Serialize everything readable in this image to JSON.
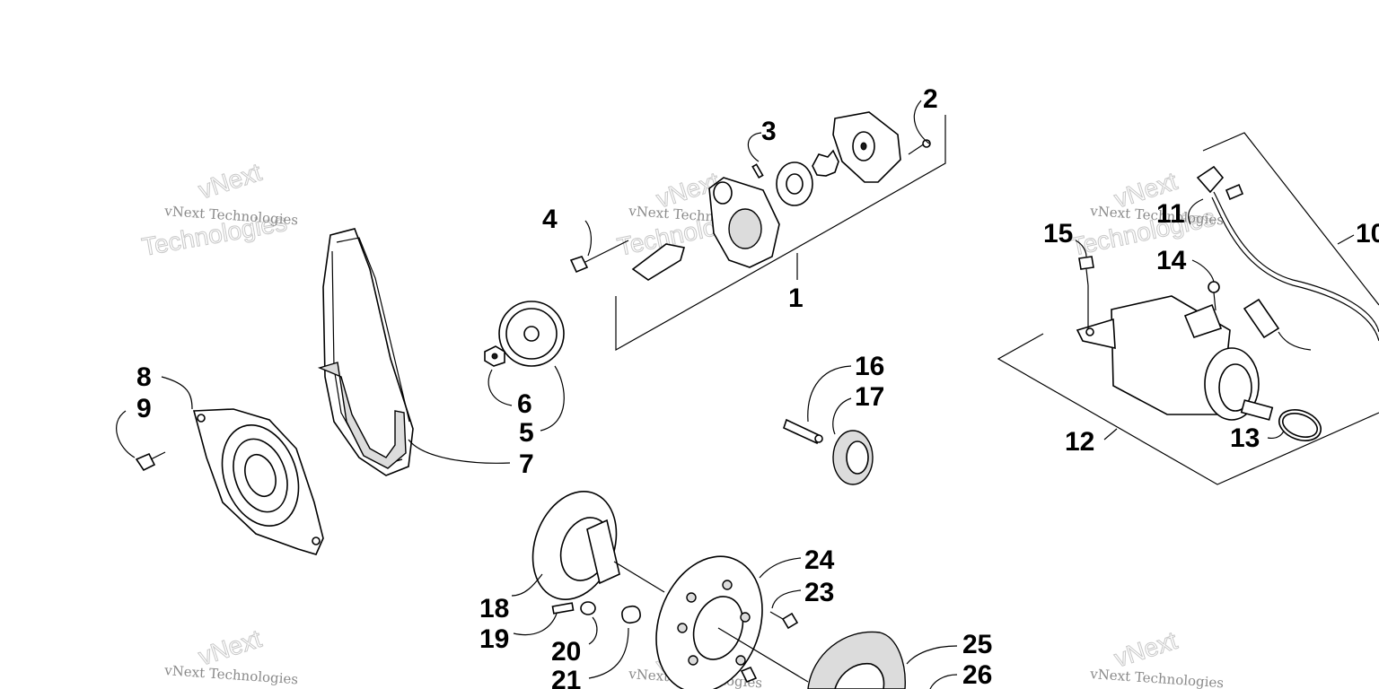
{
  "watermark": {
    "text_small": "vNext Technologies",
    "text_large_1": "vNext",
    "text_large_2": "Technologies"
  },
  "callouts": [
    {
      "id": "c1",
      "text": "1"
    },
    {
      "id": "c2",
      "text": "2"
    },
    {
      "id": "c3",
      "text": "3"
    },
    {
      "id": "c4",
      "text": "4"
    },
    {
      "id": "c5",
      "text": "5"
    },
    {
      "id": "c6",
      "text": "6"
    },
    {
      "id": "c7",
      "text": "7"
    },
    {
      "id": "c8",
      "text": "8"
    },
    {
      "id": "c9",
      "text": "9"
    },
    {
      "id": "c10",
      "text": "10"
    },
    {
      "id": "c11",
      "text": "11"
    },
    {
      "id": "c12",
      "text": "12"
    },
    {
      "id": "c13",
      "text": "13"
    },
    {
      "id": "c14",
      "text": "14"
    },
    {
      "id": "c15",
      "text": "15"
    },
    {
      "id": "c16",
      "text": "16"
    },
    {
      "id": "c17",
      "text": "17"
    },
    {
      "id": "c18",
      "text": "18"
    },
    {
      "id": "c19",
      "text": "19"
    },
    {
      "id": "c20",
      "text": "20"
    },
    {
      "id": "c21",
      "text": "21"
    },
    {
      "id": "c23",
      "text": "23"
    },
    {
      "id": "c24",
      "text": "24"
    },
    {
      "id": "c25",
      "text": "25"
    },
    {
      "id": "c26",
      "text": "26"
    }
  ]
}
